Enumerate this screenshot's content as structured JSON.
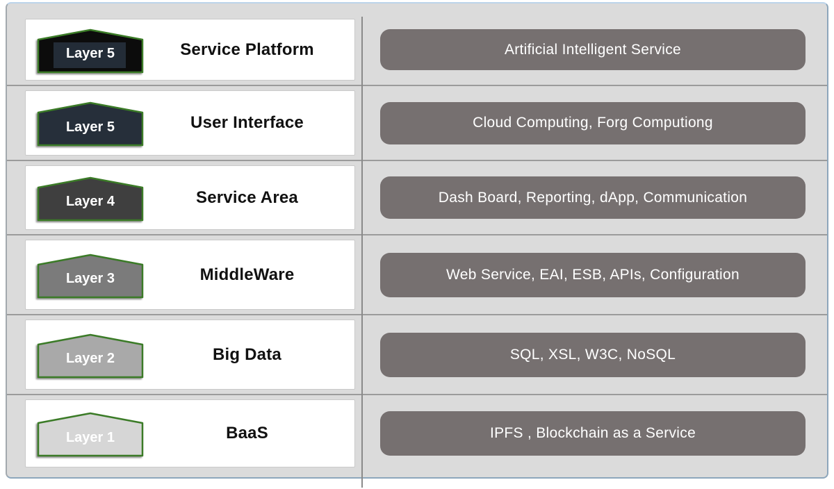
{
  "diagram": {
    "description": "Six-layer blockchain service architecture stack diagram",
    "colors": {
      "frame_background": "#dbdbdb",
      "frame_border_top": "#bcd4ea",
      "frame_border_side": "#8da6bb",
      "card_background": "#ffffff",
      "card_border": "#c9c9c9",
      "pill_background": "#767070",
      "pill_text": "#ffffff",
      "badge_border_green": "#3b7b27",
      "badge_text": "#ffffff",
      "divider": "#9b9b9b",
      "vertical_line": "#8a8a8a",
      "title_text": "#111111"
    }
  },
  "layers": [
    {
      "badge_label": "Layer 5",
      "badge_fill": "#0c0c0c",
      "badge_inset_fill": "#232c37",
      "title": "Service Platform",
      "detail": "Artificial Intelligent Service"
    },
    {
      "badge_label": "Layer 5",
      "badge_fill": "#262f3a",
      "title": "User Interface",
      "detail": "Cloud Computing, Forg Computiong"
    },
    {
      "badge_label": "Layer 4",
      "badge_fill": "#3f3f3f",
      "title": "Service Area",
      "detail": "Dash Board, Reporting, dApp, Communication"
    },
    {
      "badge_label": "Layer 3",
      "badge_fill": "#7b7b7b",
      "title": "MiddleWare",
      "detail": "Web Service, EAI, ESB, APIs, Configuration"
    },
    {
      "badge_label": "Layer 2",
      "badge_fill": "#a9a9a9",
      "title": "Big Data",
      "detail": "SQL, XSL, W3C, NoSQL"
    },
    {
      "badge_label": "Layer 1",
      "badge_fill": "#d6d6d6",
      "title": "BaaS",
      "detail": "IPFS , Blockchain as a Service"
    }
  ]
}
